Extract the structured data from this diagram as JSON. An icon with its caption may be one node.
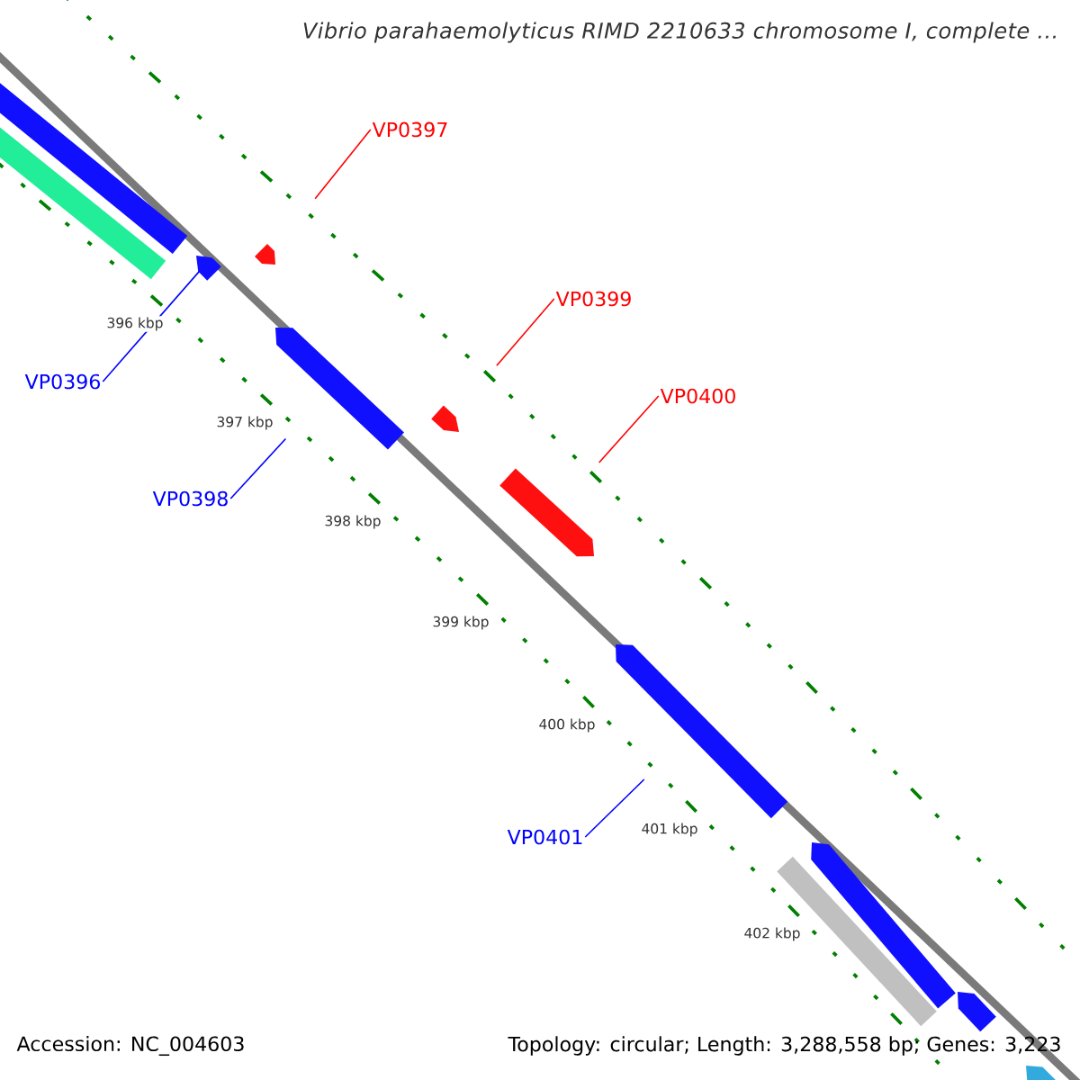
{
  "diagram": {
    "title": "Vibrio parahaemolyticus RIMD 2210633 chromosome I, complete ...",
    "nodes": [
      {
        "text": [
          "VP0397"
        ]
      },
      {
        "text": [
          "VP0396"
        ]
      },
      {
        "text": [
          "VP0399"
        ]
      },
      {
        "text": [
          "VP0398"
        ]
      },
      {
        "text": [
          "VP0400"
        ]
      },
      {
        "text": [
          "VP0401"
        ]
      },
      {
        "text": [],
        "shape": "pentagon"
      },
      {
        "text": [],
        "shape": "pentagon"
      },
      {
        "text": [],
        "shape": "pentagon"
      },
      {
        "text": [],
        "shape": "pentagon"
      },
      {
        "text": [],
        "shape": "pentagon"
      },
      {
        "text": [],
        "shape": "pentagon"
      },
      {
        "text": [],
        "shape": "bar"
      },
      {
        "text": [],
        "shape": "bar"
      },
      {
        "text": [],
        "shape": "pentagon"
      },
      {
        "text": [],
        "shape": "bar"
      },
      {
        "text": [],
        "shape": "pentagon"
      },
      {
        "text": [],
        "shape": "pentagon"
      }
    ],
    "edges": [
      {
        "from": 0,
        "to": 6,
        "arrow": "none",
        "color": "#ff0000"
      },
      {
        "from": 1,
        "to": 7,
        "arrow": "none",
        "color": "#0000ff"
      },
      {
        "from": 2,
        "to": 9,
        "arrow": "none",
        "color": "#ff0000"
      },
      {
        "from": 3,
        "to": 8,
        "arrow": "none",
        "color": "#0000ff"
      },
      {
        "from": 4,
        "to": 10,
        "arrow": "none",
        "color": "#ff0000"
      },
      {
        "from": 5,
        "to": 11,
        "arrow": "none",
        "color": "#0000ff"
      }
    ],
    "labels": [
      "396 kbp",
      "397 kbp",
      "398 kbp",
      "399 kbp",
      "400 kbp",
      "401 kbp",
      "402 kbp",
      "Accession: NC_004603",
      "Topology: circular; Length: 3,288,558 bp; Genes: 3,223"
    ]
  }
}
